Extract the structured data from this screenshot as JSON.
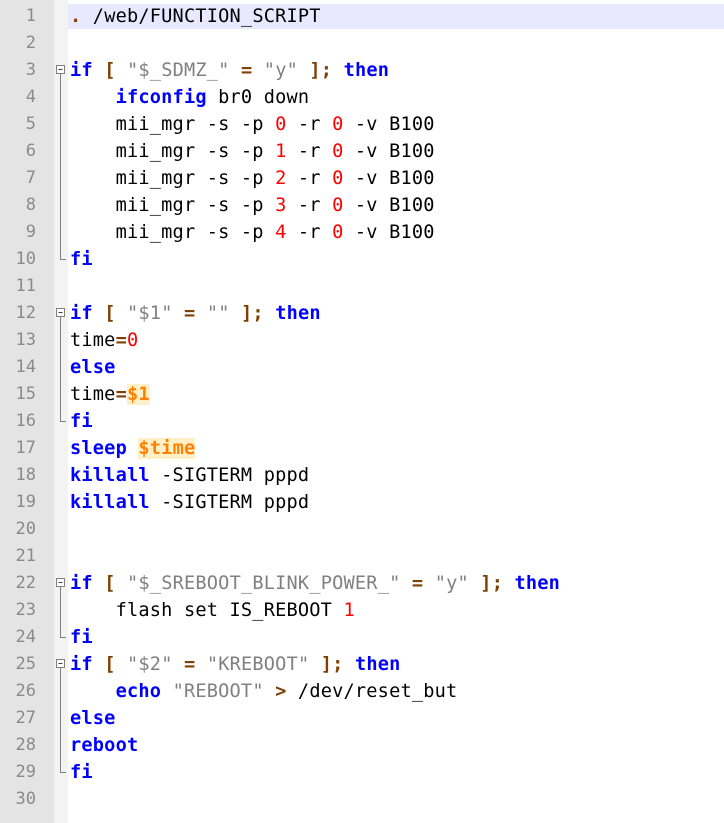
{
  "editor": {
    "lines": [
      {
        "n": "1",
        "fold": "none",
        "tokens": [
          {
            "t": "op",
            "v": ". "
          },
          {
            "t": "plain",
            "v": "/web/FUNCTION_SCRIPT"
          }
        ]
      },
      {
        "n": "2",
        "fold": "none",
        "tokens": []
      },
      {
        "n": "3",
        "fold": "open",
        "tokens": [
          {
            "t": "kw",
            "v": "if"
          },
          {
            "t": "plain",
            "v": " "
          },
          {
            "t": "op",
            "v": "["
          },
          {
            "t": "plain",
            "v": " "
          },
          {
            "t": "str",
            "v": "\"$_SDMZ_\""
          },
          {
            "t": "plain",
            "v": " "
          },
          {
            "t": "op",
            "v": "="
          },
          {
            "t": "plain",
            "v": " "
          },
          {
            "t": "str",
            "v": "\"y\""
          },
          {
            "t": "plain",
            "v": " "
          },
          {
            "t": "op",
            "v": "];"
          },
          {
            "t": "plain",
            "v": " "
          },
          {
            "t": "kw",
            "v": "then"
          }
        ]
      },
      {
        "n": "4",
        "fold": "line",
        "tokens": [
          {
            "t": "plain",
            "v": "    "
          },
          {
            "t": "kw",
            "v": "ifconfig"
          },
          {
            "t": "plain",
            "v": " br0 down"
          }
        ]
      },
      {
        "n": "5",
        "fold": "line",
        "tokens": [
          {
            "t": "plain",
            "v": "    mii_mgr -s -p "
          },
          {
            "t": "num",
            "v": "0"
          },
          {
            "t": "plain",
            "v": " -r "
          },
          {
            "t": "num",
            "v": "0"
          },
          {
            "t": "plain",
            "v": " -v B100"
          }
        ]
      },
      {
        "n": "6",
        "fold": "line",
        "tokens": [
          {
            "t": "plain",
            "v": "    mii_mgr -s -p "
          },
          {
            "t": "num",
            "v": "1"
          },
          {
            "t": "plain",
            "v": " -r "
          },
          {
            "t": "num",
            "v": "0"
          },
          {
            "t": "plain",
            "v": " -v B100"
          }
        ]
      },
      {
        "n": "7",
        "fold": "line",
        "tokens": [
          {
            "t": "plain",
            "v": "    mii_mgr -s -p "
          },
          {
            "t": "num",
            "v": "2"
          },
          {
            "t": "plain",
            "v": " -r "
          },
          {
            "t": "num",
            "v": "0"
          },
          {
            "t": "plain",
            "v": " -v B100"
          }
        ]
      },
      {
        "n": "8",
        "fold": "line",
        "tokens": [
          {
            "t": "plain",
            "v": "    mii_mgr -s -p "
          },
          {
            "t": "num",
            "v": "3"
          },
          {
            "t": "plain",
            "v": " -r "
          },
          {
            "t": "num",
            "v": "0"
          },
          {
            "t": "plain",
            "v": " -v B100"
          }
        ]
      },
      {
        "n": "9",
        "fold": "line",
        "tokens": [
          {
            "t": "plain",
            "v": "    mii_mgr -s -p "
          },
          {
            "t": "num",
            "v": "4"
          },
          {
            "t": "plain",
            "v": " -r "
          },
          {
            "t": "num",
            "v": "0"
          },
          {
            "t": "plain",
            "v": " -v B100"
          }
        ]
      },
      {
        "n": "10",
        "fold": "end",
        "tokens": [
          {
            "t": "kw",
            "v": "fi"
          }
        ]
      },
      {
        "n": "11",
        "fold": "none",
        "tokens": []
      },
      {
        "n": "12",
        "fold": "open",
        "tokens": [
          {
            "t": "kw",
            "v": "if"
          },
          {
            "t": "plain",
            "v": " "
          },
          {
            "t": "op",
            "v": "["
          },
          {
            "t": "plain",
            "v": " "
          },
          {
            "t": "str",
            "v": "\"$1\""
          },
          {
            "t": "plain",
            "v": " "
          },
          {
            "t": "op",
            "v": "="
          },
          {
            "t": "plain",
            "v": " "
          },
          {
            "t": "str",
            "v": "\"\""
          },
          {
            "t": "plain",
            "v": " "
          },
          {
            "t": "op",
            "v": "];"
          },
          {
            "t": "plain",
            "v": " "
          },
          {
            "t": "kw",
            "v": "then"
          }
        ]
      },
      {
        "n": "13",
        "fold": "line",
        "tokens": [
          {
            "t": "plain",
            "v": "time"
          },
          {
            "t": "op",
            "v": "="
          },
          {
            "t": "num",
            "v": "0"
          }
        ]
      },
      {
        "n": "14",
        "fold": "line",
        "tokens": [
          {
            "t": "kw",
            "v": "else"
          }
        ]
      },
      {
        "n": "15",
        "fold": "line",
        "tokens": [
          {
            "t": "plain",
            "v": "time"
          },
          {
            "t": "op",
            "v": "="
          },
          {
            "t": "var",
            "v": "$1"
          }
        ]
      },
      {
        "n": "16",
        "fold": "end",
        "tokens": [
          {
            "t": "kw",
            "v": "fi"
          }
        ]
      },
      {
        "n": "17",
        "fold": "none",
        "tokens": [
          {
            "t": "kw",
            "v": "sleep"
          },
          {
            "t": "plain",
            "v": " "
          },
          {
            "t": "var",
            "v": "$time"
          }
        ]
      },
      {
        "n": "18",
        "fold": "none",
        "tokens": [
          {
            "t": "kw",
            "v": "killall"
          },
          {
            "t": "plain",
            "v": " -SIGTERM pppd"
          }
        ]
      },
      {
        "n": "19",
        "fold": "none",
        "tokens": [
          {
            "t": "kw",
            "v": "killall"
          },
          {
            "t": "plain",
            "v": " -SIGTERM pppd"
          }
        ]
      },
      {
        "n": "20",
        "fold": "none",
        "tokens": []
      },
      {
        "n": "21",
        "fold": "none",
        "tokens": []
      },
      {
        "n": "22",
        "fold": "open",
        "tokens": [
          {
            "t": "kw",
            "v": "if"
          },
          {
            "t": "plain",
            "v": " "
          },
          {
            "t": "op",
            "v": "["
          },
          {
            "t": "plain",
            "v": " "
          },
          {
            "t": "str",
            "v": "\"$_SREBOOT_BLINK_POWER_\""
          },
          {
            "t": "plain",
            "v": " "
          },
          {
            "t": "op",
            "v": "="
          },
          {
            "t": "plain",
            "v": " "
          },
          {
            "t": "str",
            "v": "\"y\""
          },
          {
            "t": "plain",
            "v": " "
          },
          {
            "t": "op",
            "v": "];"
          },
          {
            "t": "plain",
            "v": " "
          },
          {
            "t": "kw",
            "v": "then"
          }
        ]
      },
      {
        "n": "23",
        "fold": "line",
        "tokens": [
          {
            "t": "plain",
            "v": "    flash set IS_REBOOT "
          },
          {
            "t": "num",
            "v": "1"
          }
        ]
      },
      {
        "n": "24",
        "fold": "end",
        "tokens": [
          {
            "t": "kw",
            "v": "fi"
          }
        ]
      },
      {
        "n": "25",
        "fold": "open",
        "tokens": [
          {
            "t": "kw",
            "v": "if"
          },
          {
            "t": "plain",
            "v": " "
          },
          {
            "t": "op",
            "v": "["
          },
          {
            "t": "plain",
            "v": " "
          },
          {
            "t": "str",
            "v": "\"$2\""
          },
          {
            "t": "plain",
            "v": " "
          },
          {
            "t": "op",
            "v": "="
          },
          {
            "t": "plain",
            "v": " "
          },
          {
            "t": "str",
            "v": "\"KREBOOT\""
          },
          {
            "t": "plain",
            "v": " "
          },
          {
            "t": "op",
            "v": "];"
          },
          {
            "t": "plain",
            "v": " "
          },
          {
            "t": "kw",
            "v": "then"
          }
        ]
      },
      {
        "n": "26",
        "fold": "line",
        "tokens": [
          {
            "t": "plain",
            "v": "    "
          },
          {
            "t": "kw",
            "v": "echo"
          },
          {
            "t": "plain",
            "v": " "
          },
          {
            "t": "str",
            "v": "\"REBOOT\""
          },
          {
            "t": "plain",
            "v": " "
          },
          {
            "t": "op",
            "v": ">"
          },
          {
            "t": "plain",
            "v": " /dev/reset_but"
          }
        ]
      },
      {
        "n": "27",
        "fold": "line",
        "tokens": [
          {
            "t": "kw",
            "v": "else"
          }
        ]
      },
      {
        "n": "28",
        "fold": "line",
        "tokens": [
          {
            "t": "kw",
            "v": "reboot"
          }
        ]
      },
      {
        "n": "29",
        "fold": "end",
        "tokens": [
          {
            "t": "kw",
            "v": "fi"
          }
        ]
      },
      {
        "n": "30",
        "fold": "none",
        "tokens": []
      }
    ],
    "current_line": "1",
    "colors": {
      "keyword": "#0000ff",
      "operator": "#804000",
      "string": "#808080",
      "number": "#ff0000",
      "variable": "#ff8000",
      "gutter_bg": "#e4e4e4",
      "current_line_bg": "#e8e8ff"
    }
  }
}
